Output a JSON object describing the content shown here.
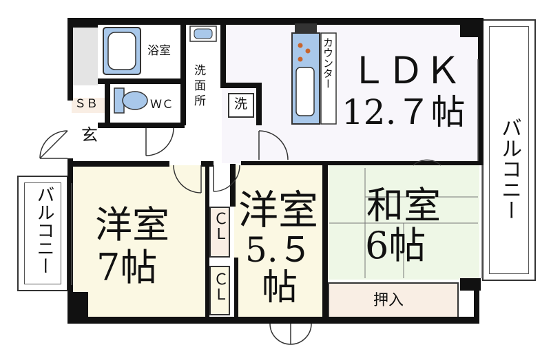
{
  "rooms": {
    "ldk": {
      "name": "ＬＤＫ",
      "size": "12.７帖",
      "fill": "#f8f6fb"
    },
    "western7": {
      "name": "洋室",
      "size": "7帖",
      "fill": "#fbf8e3"
    },
    "western55": {
      "name": "洋室",
      "size_line1": "5.５",
      "size_line2": "帖",
      "fill": "#fbf8e3"
    },
    "japanese": {
      "name": "和室",
      "size": "6帖",
      "fill": "#eef7e6"
    },
    "bath": {
      "name": "浴室"
    },
    "wc": {
      "name": "ＷＣ"
    },
    "washroom": {
      "name": "洗面所"
    },
    "washer": {
      "name": "洗"
    },
    "counter": {
      "name": "カウンター"
    },
    "sb": {
      "name": "ＳＢ"
    },
    "entrance": {
      "name": "玄"
    },
    "closet_top": {
      "name": "ＣＬ"
    },
    "closet_bottom": {
      "name": "ＣＬ"
    },
    "oshiire": {
      "name": "押入",
      "fill": "#f9eee4"
    },
    "balcony_left": {
      "name": "バルコニー"
    },
    "balcony_right": {
      "name": "バルコニー"
    }
  },
  "colors": {
    "wall": "#111111",
    "fixture_blue": "#a9c8ea",
    "tile": "#e4e4e4"
  },
  "icons": [
    "bathtub-icon",
    "toilet-icon",
    "sink-icon",
    "stove-icon",
    "door-swing-icon"
  ]
}
